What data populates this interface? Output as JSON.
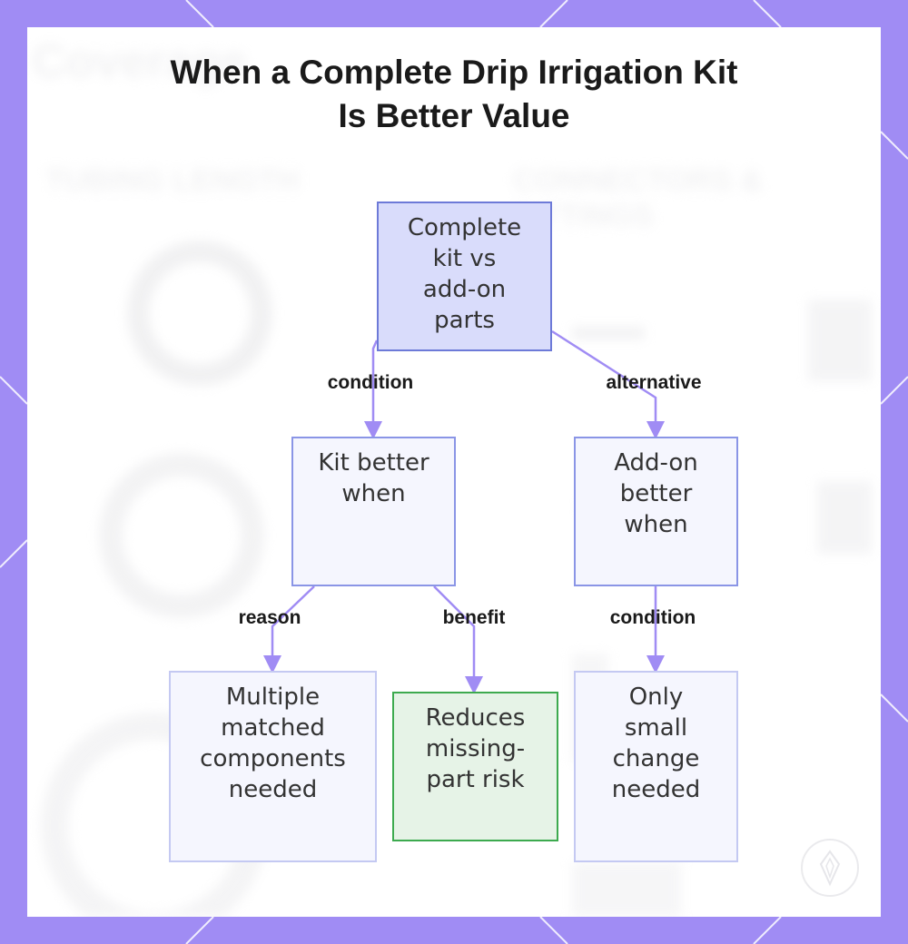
{
  "title": "When a Complete Drip Irrigation Kit\nIs Better Value",
  "background_text": [
    "Coverage",
    "TUBING LENGTH",
    "CONNECTORS & FITTINGS"
  ],
  "colors": {
    "frame": "#a08cf4",
    "edge": "#a08cf4",
    "root_fill": "#d9dcfb",
    "node_fill": "#f5f6fe",
    "highlight_fill": "#e6f3e7",
    "highlight_border": "#3daa4f"
  },
  "nodes": {
    "root": "Complete\nkit vs\nadd-on\nparts",
    "kit_better": "Kit better\nwhen",
    "addon_better": "Add-on\nbetter\nwhen",
    "multiple": "Multiple\nmatched\ncomponents\nneeded",
    "reduces": "Reduces\nmissing-\npart risk",
    "only_small": "Only\nsmall\nchange\nneeded"
  },
  "edges": {
    "root_kit": "condition",
    "root_addon": "alternative",
    "kit_multiple": "reason",
    "kit_reduces": "benefit",
    "addon_only": "condition"
  },
  "icons": [
    "logo-badge-icon"
  ]
}
